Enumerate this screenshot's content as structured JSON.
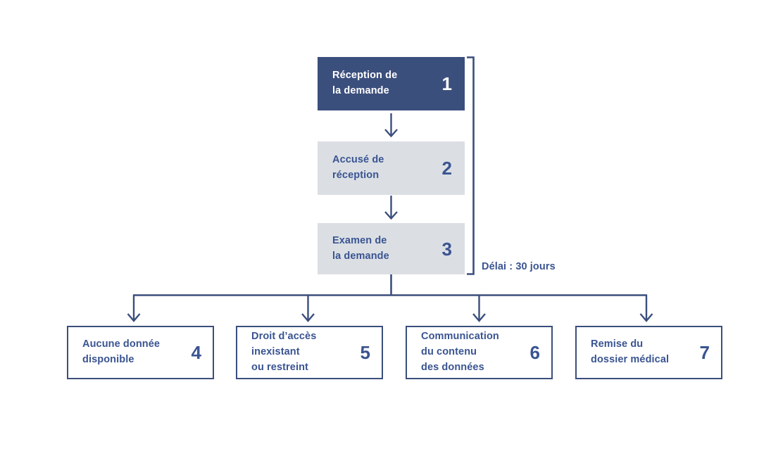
{
  "diagram": {
    "title_present": false,
    "accent_dark": "#3b4f7d",
    "accent_text": "#3a5491",
    "muted_fill": "#dbdfe4",
    "annotation": "Délai : 30 jours",
    "steps": [
      {
        "id": 1,
        "number": "1",
        "label": "Réception de\nla demande",
        "style": "primary"
      },
      {
        "id": 2,
        "number": "2",
        "label": "Accusé de\nréception",
        "style": "muted"
      },
      {
        "id": 3,
        "number": "3",
        "label": "Examen de\nla demande",
        "style": "muted"
      }
    ],
    "outcomes": [
      {
        "id": 4,
        "number": "4",
        "label": "Aucune donnée\ndisponible",
        "style": "outlined"
      },
      {
        "id": 5,
        "number": "5",
        "label": "Droit d’accès\ninexistant\nou restreint",
        "style": "outlined"
      },
      {
        "id": 6,
        "number": "6",
        "label": "Communication\ndu contenu\ndes données",
        "style": "outlined"
      },
      {
        "id": 7,
        "number": "7",
        "label": "Remise du\ndossier médical",
        "style": "outlined"
      }
    ]
  }
}
